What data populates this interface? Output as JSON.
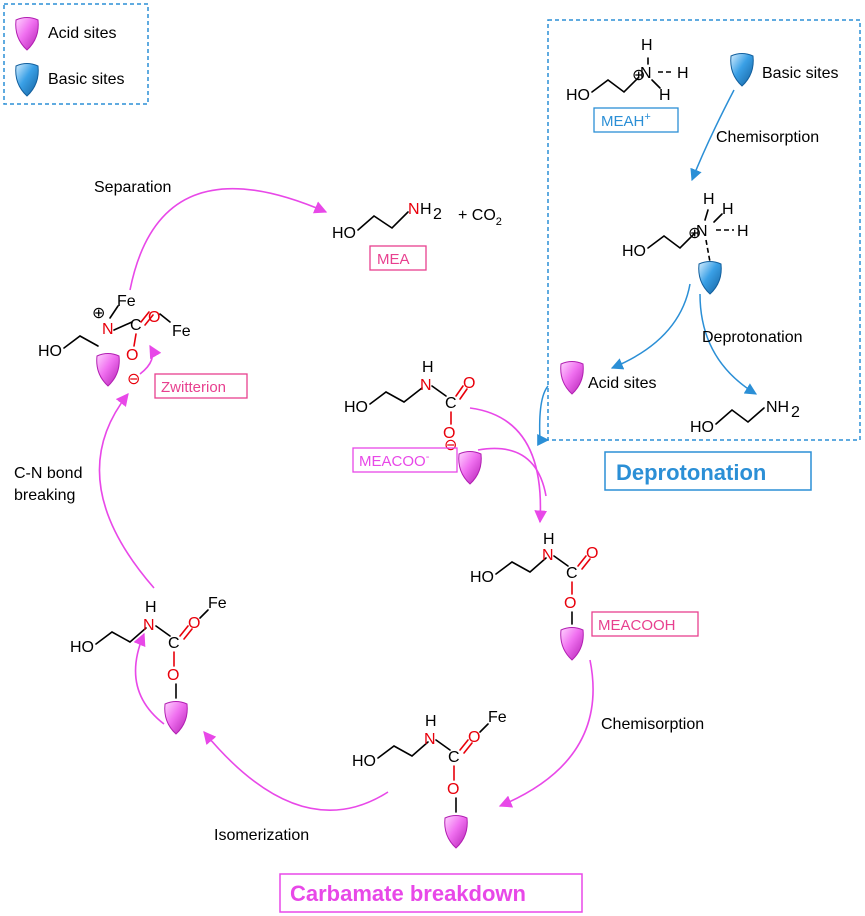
{
  "legend": {
    "acid_label": "Acid sites",
    "basic_label": "Basic sites"
  },
  "colors": {
    "acid": "#f070f0",
    "basic": "#3aa0e6",
    "magenta": "#e848e8",
    "blue": "#2b8fd6",
    "red": "#e8000b"
  },
  "steps": {
    "separation": "Separation",
    "chemisorption_top": "Chemisorption",
    "deprotonation_step": "Deprotonation",
    "chemisorption_right": "Chemisorption",
    "isomerization": "Isomerization",
    "cn_line1": "C-N bond",
    "cn_line2": "breaking"
  },
  "species": {
    "mea": "MEA",
    "co2_plus": "+ CO",
    "co2_sub": "2",
    "meah": "MEAH",
    "meah_sup": "+",
    "meacoo": "MEACOO",
    "meacoo_sup": "-",
    "meacooh": "MEACOOH",
    "zwitterion": "Zwitterion",
    "basic_sites": "Basic sites",
    "acid_sites": "Acid sites"
  },
  "atoms": {
    "H": "H",
    "HO": "HO",
    "N": "N",
    "NH": "NH",
    "NH_sub": "2",
    "C": "C",
    "O": "O",
    "Fe": "Fe"
  },
  "sections": {
    "deprotonation": "Deprotonation",
    "carbamate": "Carbamate breakdown"
  }
}
